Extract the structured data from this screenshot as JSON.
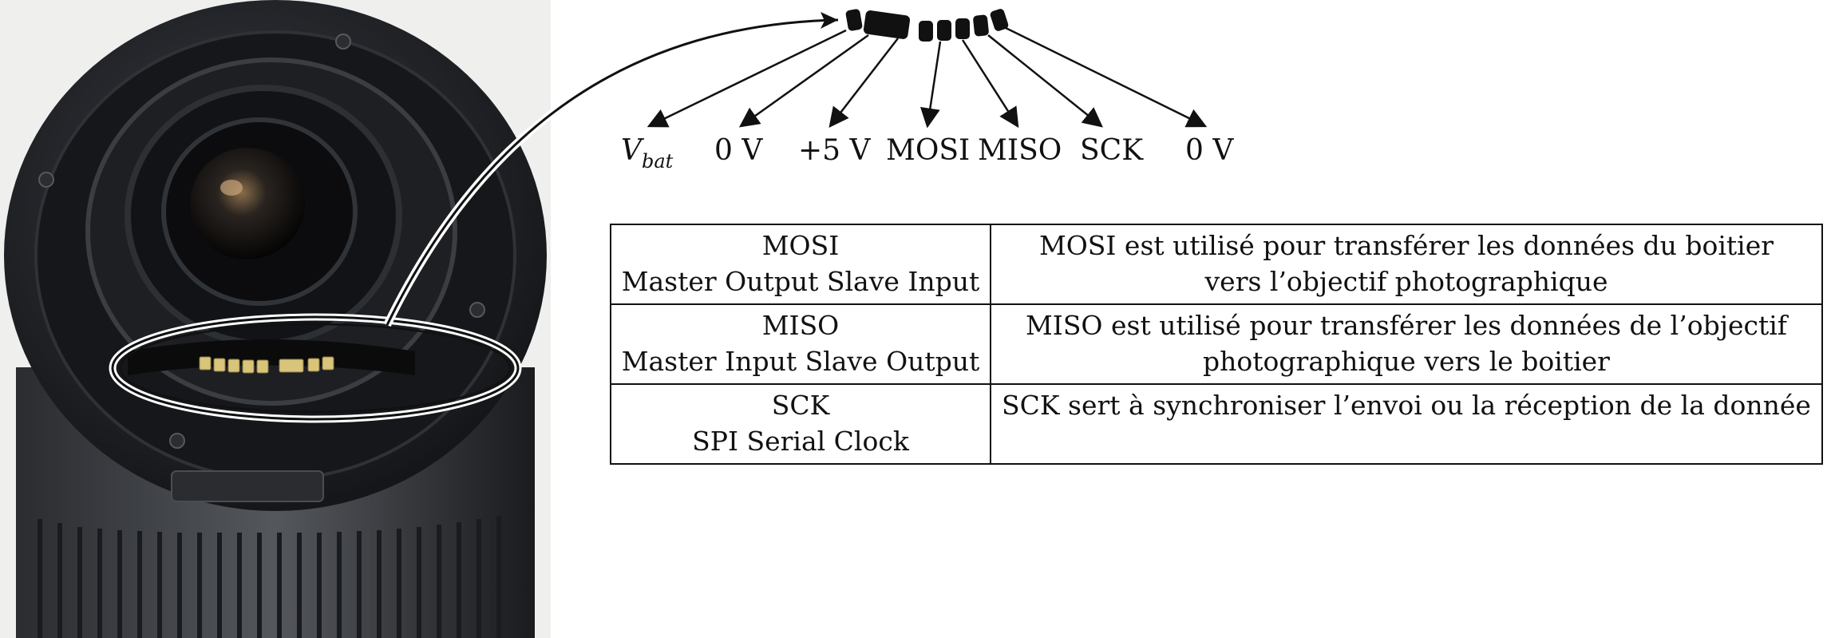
{
  "pins": {
    "vbat_main": "V",
    "vbat_sub": "bat",
    "gnd1": "0 V",
    "plus5": "+5 V",
    "mosi": "MOSI",
    "miso": "MISO",
    "sck": "SCK",
    "gnd2": "0 V"
  },
  "table": {
    "rows": [
      {
        "name": "MOSI",
        "full": "Master Output Slave Input",
        "desc1": "MOSI est utilisé pour transférer les données du boitier",
        "desc2": "vers l’objectif photographique"
      },
      {
        "name": "MISO",
        "full": "Master Input Slave Output",
        "desc1": "MISO est utilisé pour transférer les données de l’objectif",
        "desc2": "photographique vers le boitier"
      },
      {
        "name": "SCK",
        "full": "SPI Serial Clock",
        "desc1": "SCK sert à synchroniser l’envoi ou la réception de la donnée",
        "desc2": ""
      }
    ]
  }
}
